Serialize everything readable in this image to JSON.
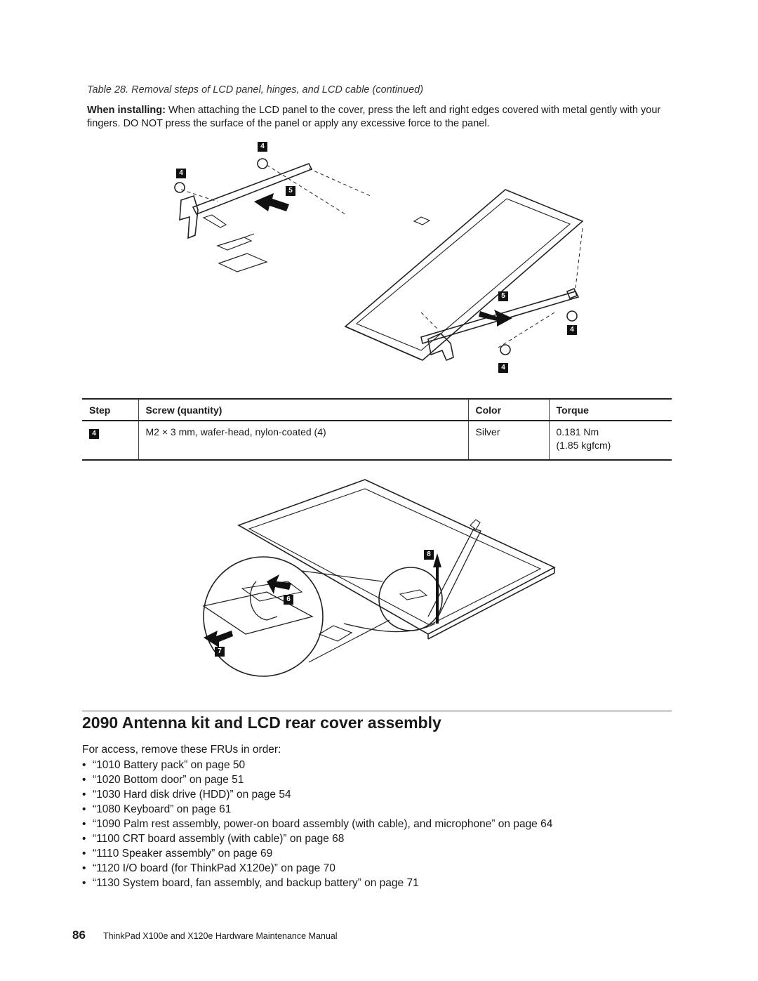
{
  "table_caption": "Table 28. Removal steps of LCD panel, hinges, and LCD cable (continued)",
  "when_installing": {
    "label": "When installing:",
    "text": "When attaching the LCD panel to the cover, press the left and right edges covered with metal gently with your fingers. DO NOT press the surface of the panel or apply any excessive force to the panel."
  },
  "figure1": {
    "callouts": [
      "4",
      "4",
      "5",
      "5",
      "4",
      "4"
    ]
  },
  "screw_table": {
    "headers": [
      "Step",
      "Screw (quantity)",
      "Color",
      "Torque"
    ],
    "row": {
      "step": "4",
      "screw": "M2 × 3 mm, wafer-head, nylon-coated (4)",
      "color": "Silver",
      "torque_line1": "0.181 Nm",
      "torque_line2": "(1.85 kgfcm)"
    }
  },
  "figure2": {
    "callouts": [
      "8",
      "6",
      "7"
    ]
  },
  "section": {
    "heading": "2090 Antenna kit and LCD rear cover assembly",
    "intro": "For access, remove these FRUs in order:",
    "items": [
      "“1010 Battery pack” on page 50",
      "“1020 Bottom door” on page 51",
      "“1030 Hard disk drive (HDD)” on page 54",
      "“1080 Keyboard” on page 61",
      "“1090 Palm rest assembly, power-on board assembly (with cable), and microphone” on page 64",
      "“1100 CRT board assembly (with cable)” on page 68",
      "“1110 Speaker assembly” on page 69",
      "“1120 I/O board (for ThinkPad X120e)” on page 70",
      "“1130 System board, fan assembly, and backup battery” on page 71"
    ]
  },
  "footer": {
    "page_number": "86",
    "title": "ThinkPad X100e and X120e Hardware Maintenance Manual"
  }
}
